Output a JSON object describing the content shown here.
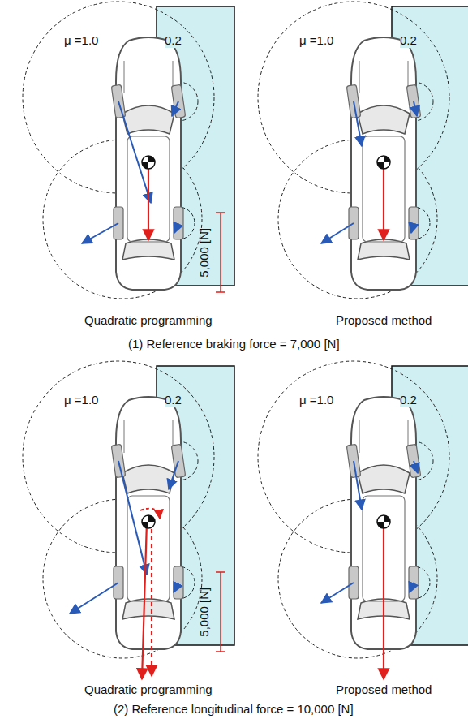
{
  "diagram": {
    "labels": [
      "μ =1.0",
      "0.2",
      "5,000 [N]",
      "Quadratic programming",
      "μ =1.0",
      "0.2",
      "Proposed method",
      "(1) Reference braking force = 7,000 [N]",
      "μ =1.0",
      "0.2",
      "5,000 [N]",
      "Quadratic programming",
      "μ =1.0",
      "0.2",
      "Proposed method",
      "(2) Reference longitudinal force = 10,000 [N]"
    ]
  }
}
